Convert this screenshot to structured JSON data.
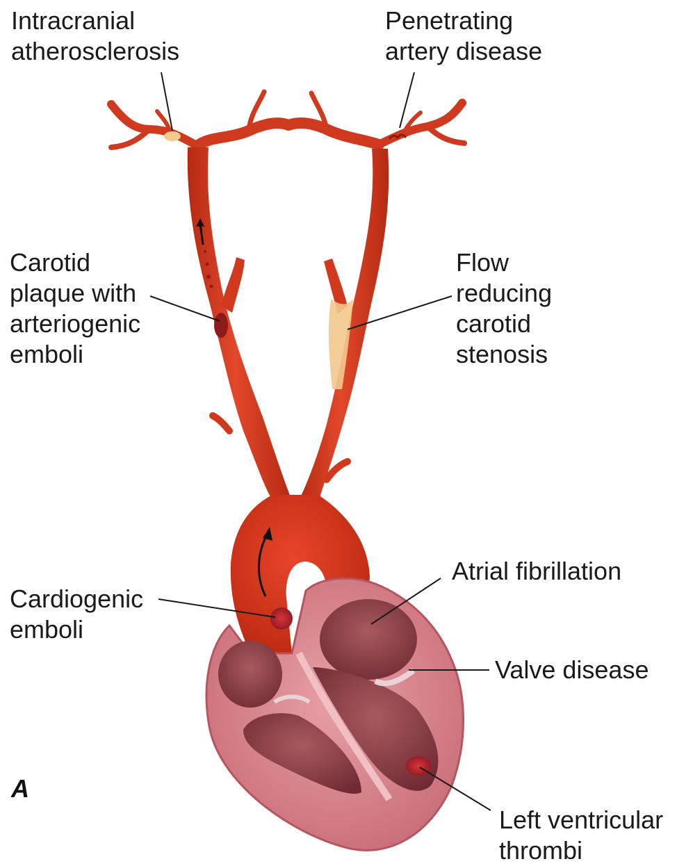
{
  "panel_letter": "A",
  "labels": {
    "intracranial": [
      "Intracranial",
      "atherosclerosis"
    ],
    "penetrating": [
      "Penetrating",
      "artery disease"
    ],
    "carotid_plaque": [
      "Carotid",
      "plaque with",
      "arteriogenic",
      "emboli"
    ],
    "flow_reducing": [
      "Flow",
      "reducing",
      "carotid",
      "stenosis"
    ],
    "cardiogenic": [
      "Cardiogenic",
      "emboli"
    ],
    "atrial_fib": [
      "Atrial fibrillation"
    ],
    "valve": [
      "Valve disease"
    ],
    "lv_thrombi": [
      "Left ventricular",
      "thrombi"
    ]
  },
  "colors": {
    "artery": "#d83a1f",
    "artery_dark": "#a82410",
    "plaque": "#f2c98e",
    "heart_wall": "#d9848d",
    "heart_inner": "#8a3e44",
    "thrombus": "#b3202a"
  }
}
